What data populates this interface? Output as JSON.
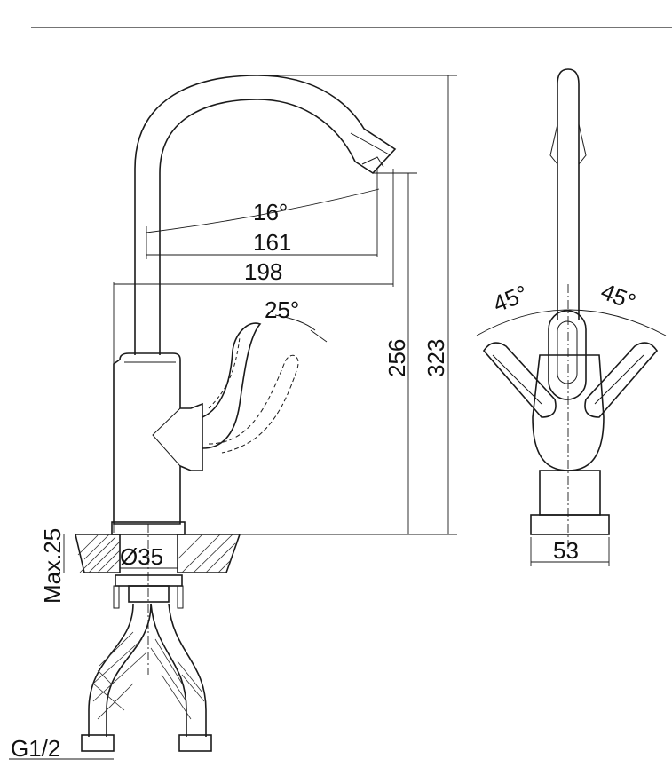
{
  "drawing": {
    "side_view": {
      "spout_angle": "16°",
      "reach_inner": "161",
      "reach_outer": "198",
      "handle_angle": "25°",
      "spout_height": "256",
      "total_height": "323",
      "max_deck_thickness": "Max.25",
      "hole_diameter": "Ø35",
      "connection_thread": "G1/2"
    },
    "front_view": {
      "handle_left_angle": "45°",
      "handle_right_angle": "45°",
      "base_width": "53"
    }
  }
}
